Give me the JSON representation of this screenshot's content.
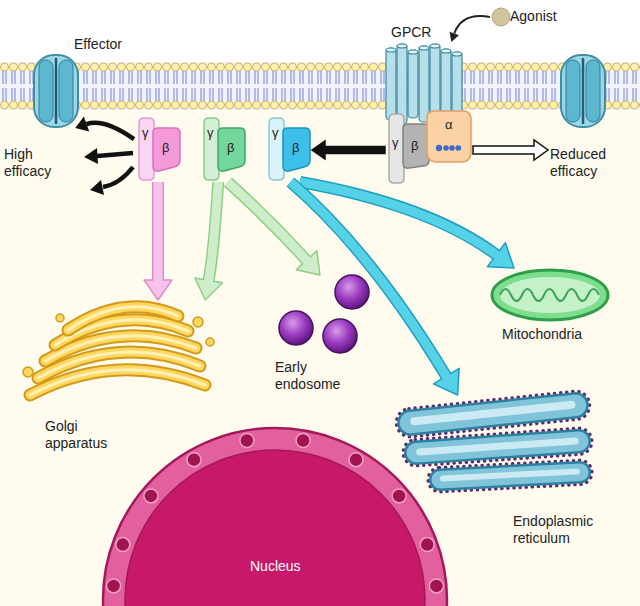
{
  "diagram": {
    "nodes": [
      {
        "text": [
          "Agonist"
        ]
      },
      {
        "text": [
          "Effector"
        ]
      },
      {
        "text": [
          "GPCR"
        ]
      },
      {
        "text": [
          "γ",
          "β"
        ]
      },
      {
        "text": [
          "γ",
          "β"
        ]
      },
      {
        "text": [
          "γ",
          "β"
        ]
      },
      {
        "text": [
          "γ",
          "β",
          "α"
        ]
      },
      {
        "text": [
          "Reduced efficacy"
        ]
      },
      {
        "text": [
          "Golgi apparatus"
        ]
      },
      {
        "text": [
          "Early endosome"
        ]
      },
      {
        "text": [
          "Mitochondria"
        ]
      },
      {
        "text": [
          "Endoplasmic reticulum"
        ]
      },
      {
        "text": [
          "Nucleus"
        ]
      }
    ],
    "edges": [
      {
        "from": 0,
        "to": 2,
        "arrow": "to"
      },
      {
        "from": 3,
        "to": 1,
        "arrow": "to"
      },
      {
        "from": 6,
        "to": 5,
        "arrow": "to"
      },
      {
        "from": 6,
        "to": 7,
        "arrow": "to"
      },
      {
        "from": 3,
        "to": 8,
        "arrow": "to"
      },
      {
        "from": 4,
        "to": 8,
        "arrow": "to"
      },
      {
        "from": 4,
        "to": 9,
        "arrow": "to"
      },
      {
        "from": 5,
        "to": 10,
        "arrow": "to"
      },
      {
        "from": 5,
        "to": 11,
        "arrow": "to"
      }
    ],
    "labels": [
      "High efficacy"
    ]
  }
}
